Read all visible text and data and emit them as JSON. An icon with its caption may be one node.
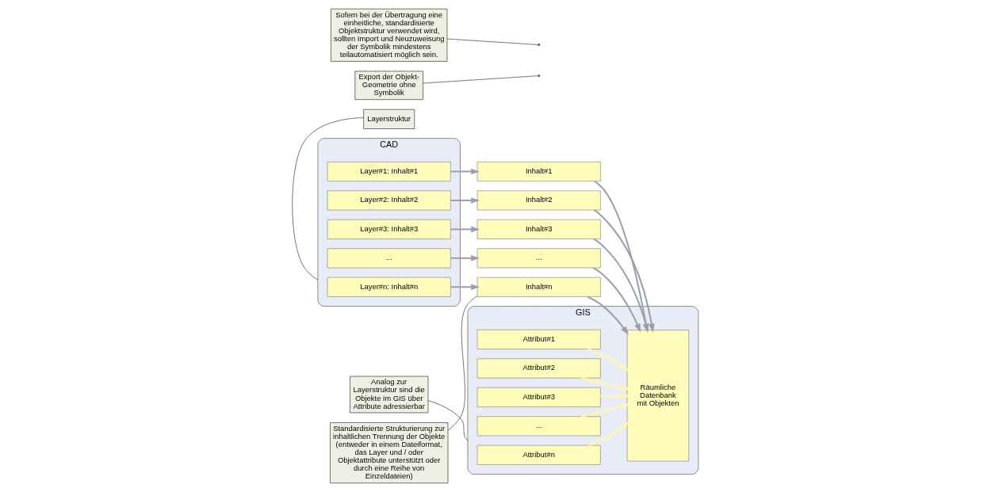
{
  "diagram": {
    "nodes": [
      {
        "text": [
          "CAD"
        ]
      },
      {
        "text": [
          "Layer#1: Inhalt#1"
        ],
        "in": 0
      },
      {
        "text": [
          "Layer#2: Inhalt#2"
        ],
        "in": 0
      },
      {
        "text": [
          "Layer#3: Inhalt#3"
        ],
        "in": 0
      },
      {
        "text": [
          "..."
        ],
        "in": 0
      },
      {
        "text": [
          "Layer#n: Inhalt#n"
        ],
        "in": 0
      },
      {
        "text": [
          "Inhalt#1"
        ]
      },
      {
        "text": [
          "Inhalt#2"
        ]
      },
      {
        "text": [
          "Inhalt#3"
        ]
      },
      {
        "text": [
          "..."
        ]
      },
      {
        "text": [
          "Inhalt#n"
        ]
      },
      {
        "text": [
          "GIS"
        ]
      },
      {
        "text": [
          "Räumliche Datenbank mit Objekten"
        ],
        "in": 11
      },
      {
        "text": [
          "Attribut#1"
        ],
        "in": 11
      },
      {
        "text": [
          "Attribut#2"
        ],
        "in": 11
      },
      {
        "text": [
          "Attribut#3"
        ],
        "in": 11
      },
      {
        "text": [
          "..."
        ],
        "in": 11
      },
      {
        "text": [
          "Attribut#n"
        ],
        "in": 11
      },
      {
        "text": [
          "Layerstruktur"
        ]
      },
      {
        "text": [
          "Export der Objekt-Geometrie ohne Symbolik"
        ]
      },
      {
        "text": [
          "Standardisierte Strukturierung zur inhaltlichen Trennung der Objekte (entweder in einem Dateiformat, das Layer und / oder Objektattribute unterstützt oder durch eine Reihe von Einzeldateien)"
        ]
      },
      {
        "text": [
          "Sofern bei der Übertragung eine einheitliche, standardisierte Objektstruktur verwendet wird, sollten Import und Neuzuweisung der Symbolik mindestens teilautomatisiert möglich sein."
        ]
      },
      {
        "text": [
          "Analog zur Layerstruktur sind die Objekte im GIS über Attribute adressierbar"
        ]
      }
    ],
    "edges": [
      {
        "from": 1,
        "to": 6,
        "arrow": "to"
      },
      {
        "from": 2,
        "to": 7,
        "arrow": "to"
      },
      {
        "from": 3,
        "to": 8,
        "arrow": "to"
      },
      {
        "from": 4,
        "to": 9,
        "arrow": "to"
      },
      {
        "from": 5,
        "to": 10,
        "arrow": "to"
      },
      {
        "from": 6,
        "to": 12,
        "arrow": "to"
      },
      {
        "from": 7,
        "to": 12,
        "arrow": "to"
      },
      {
        "from": 8,
        "to": 12,
        "arrow": "to"
      },
      {
        "from": 9,
        "to": 12,
        "arrow": "to"
      },
      {
        "from": 10,
        "to": 12,
        "arrow": "to"
      },
      {
        "from": 13,
        "to": 12,
        "arrow": "to",
        "color": "#fff5b0"
      },
      {
        "from": 14,
        "to": 12,
        "arrow": "to",
        "color": "#fff5b0"
      },
      {
        "from": 15,
        "to": 12,
        "arrow": "to",
        "color": "#fff5b0"
      },
      {
        "from": 16,
        "to": 12,
        "arrow": "to",
        "color": "#fff5b0"
      },
      {
        "from": 17,
        "to": 12,
        "arrow": "to",
        "color": "#fff5b0"
      },
      {
        "from": 18,
        "to": 0,
        "arrow": "none",
        "color": "#333333"
      },
      {
        "from": 19,
        "to": null,
        "arrow": "none",
        "color": "#333333"
      },
      {
        "from": 20,
        "to": 10,
        "arrow": "none",
        "color": "#333333"
      },
      {
        "from": 21,
        "to": null,
        "arrow": "none",
        "color": "#333333"
      },
      {
        "from": 22,
        "to": 11,
        "arrow": "none",
        "color": "#333333"
      }
    ]
  }
}
